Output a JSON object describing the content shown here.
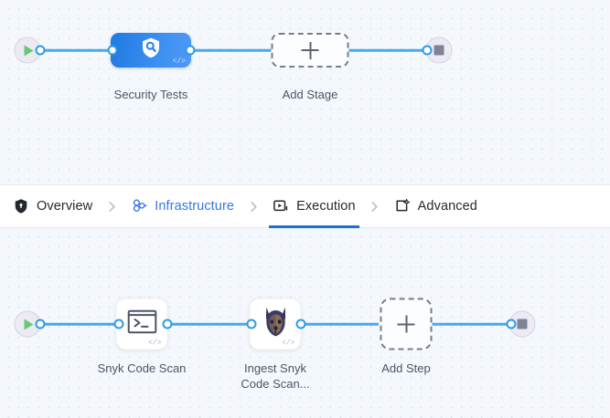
{
  "theme": {
    "canvas_bg": "#f4f8fc",
    "grid_dot": "#dde5ee",
    "wire": "#4aa8ec",
    "accent_blue": "#3577e5",
    "active_tab_underline": "#1b6fd6",
    "stage_blue": "#2f86ea",
    "start_green": "#69c776",
    "stop_gray": "#7d8495"
  },
  "tabs": [
    {
      "label": "Overview",
      "icon": "shield-icon",
      "state": "default"
    },
    {
      "label": "Infrastructure",
      "icon": "nodes-cluster-icon",
      "state": "link"
    },
    {
      "label": "Execution",
      "icon": "play-box-icon",
      "state": "active"
    },
    {
      "label": "Advanced",
      "icon": "card-gear-icon",
      "state": "default"
    }
  ],
  "separator_icon": "chevron-right-icon",
  "stage_graph": {
    "start_icon": "play-icon",
    "end_icon": "stop-icon",
    "nodes": [
      {
        "label": "Security Tests",
        "icon": "shield-search-icon",
        "badge": "</>",
        "type": "stage"
      },
      {
        "label": "Add Stage",
        "icon": "plus-icon",
        "type": "add"
      }
    ]
  },
  "step_graph": {
    "start_icon": "play-icon",
    "end_icon": "stop-icon",
    "nodes": [
      {
        "label": "Snyk Code Scan",
        "icon": "terminal-icon",
        "badge": "</>",
        "type": "step"
      },
      {
        "label": "Ingest Snyk",
        "label_line2": "Code Scan...",
        "icon": "snyk-dog-icon",
        "badge": "</>",
        "type": "step"
      },
      {
        "label": "Add Step",
        "icon": "plus-icon",
        "type": "add"
      }
    ]
  }
}
